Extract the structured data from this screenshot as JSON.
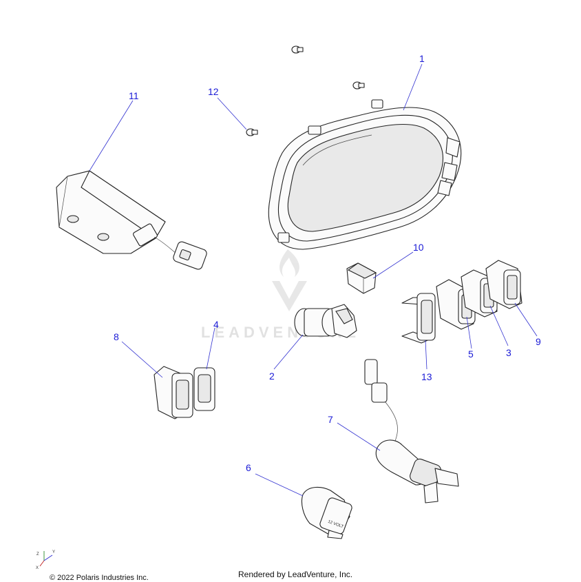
{
  "watermark": {
    "text": "LEADVENTURE"
  },
  "callouts": [
    {
      "id": "1",
      "label": "1"
    },
    {
      "id": "2",
      "label": "2"
    },
    {
      "id": "3",
      "label": "3"
    },
    {
      "id": "4",
      "label": "4"
    },
    {
      "id": "5",
      "label": "5"
    },
    {
      "id": "6",
      "label": "6"
    },
    {
      "id": "7",
      "label": "7"
    },
    {
      "id": "8",
      "label": "8"
    },
    {
      "id": "9",
      "label": "9"
    },
    {
      "id": "10",
      "label": "10"
    },
    {
      "id": "11",
      "label": "11"
    },
    {
      "id": "12",
      "label": "12"
    },
    {
      "id": "13",
      "label": "13"
    }
  ],
  "part_labels": {
    "outlet_label": "12 VOLT"
  },
  "axis_triad": {
    "labels": [
      "Z",
      "Y",
      "X"
    ]
  },
  "footer": {
    "copyright": "© 2022 Polaris Industries Inc.",
    "rendered_by": "Rendered by LeadVenture, Inc."
  },
  "colors": {
    "callout": "#1a1ad6",
    "leader": "#3030d0",
    "line_art": "#222222",
    "watermark": "#c8c8c8"
  }
}
